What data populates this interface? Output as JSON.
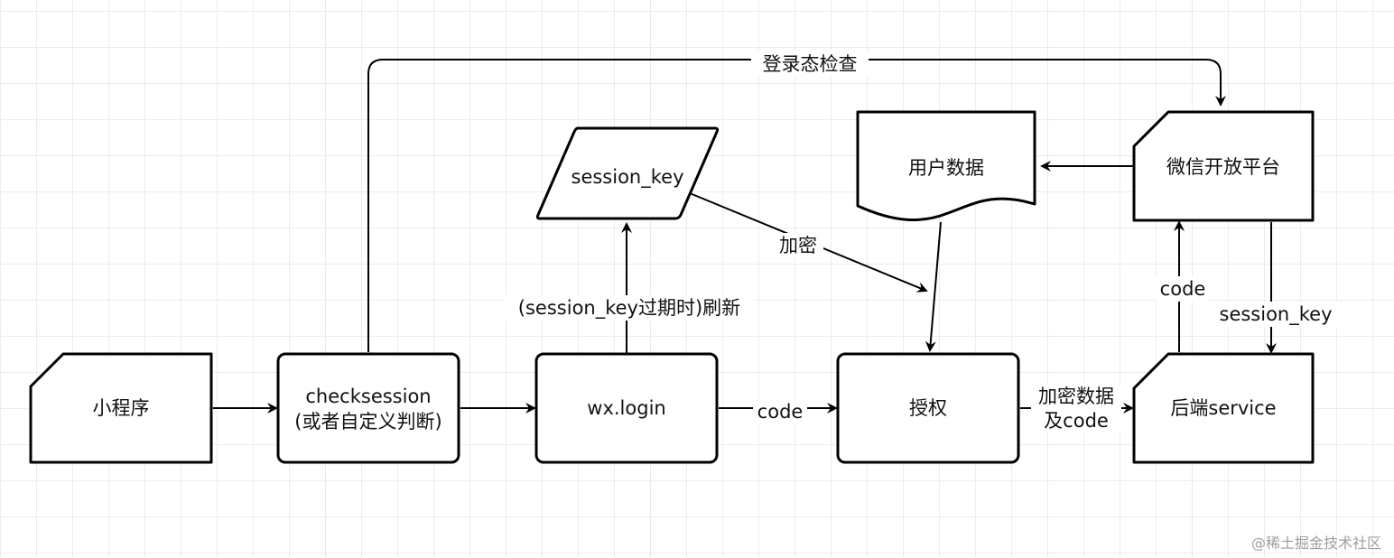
{
  "nodes": {
    "miniprogram": "小程序",
    "checksession_line1": "checksession",
    "checksession_line2": "(或者自定义判断)",
    "wxlogin": "wx.login",
    "session_key": "session_key",
    "user_data": "用户数据",
    "authorize": "授权",
    "wechat_platform": "微信开放平台",
    "backend_service": "后端service"
  },
  "edges": {
    "login_state_check": "登录态检查",
    "refresh_label": "(session_key过期时)刷新",
    "encrypt_label": "加密",
    "code_login_to_auth": "code",
    "encrypted_data_line1": "加密数据",
    "encrypted_data_line2": "及code",
    "code_backend_to_platform": "code",
    "session_key_platform_to_backend": "session_key"
  },
  "watermark": "@稀土掘金技术社区"
}
